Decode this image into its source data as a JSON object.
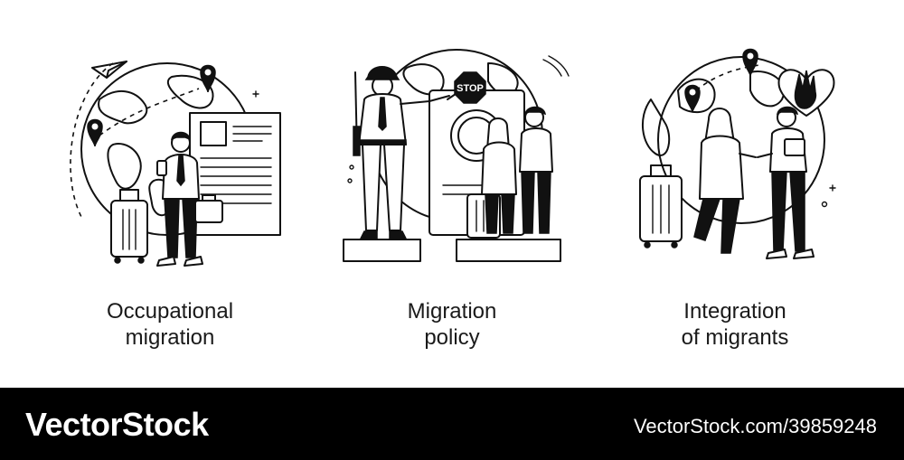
{
  "panels": [
    {
      "caption_line1": "Occupational",
      "caption_line2": "migration"
    },
    {
      "caption_line1": "Migration",
      "caption_line2": "policy",
      "sign_text": "STOP"
    },
    {
      "caption_line1": "Integration",
      "caption_line2": "of migrants"
    }
  ],
  "footer": {
    "brand": "VectorStock",
    "image_ref": "VectorStock.com/39859248"
  },
  "colors": {
    "line": "#111111",
    "background": "#ffffff",
    "footer_bg": "#000000"
  }
}
